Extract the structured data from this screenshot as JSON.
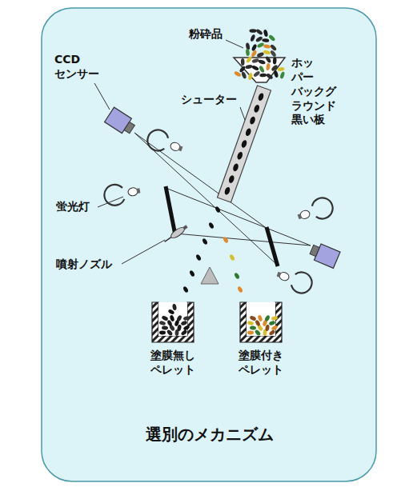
{
  "diagram": {
    "title": "選別のメカニズム",
    "nodes": [
      {
        "text": [
          "塗膜無し ペレット"
        ]
      },
      {
        "text": [
          "塗膜付き ペレット"
        ]
      }
    ],
    "labels": [
      "粉砕品",
      "CCD センサー",
      "シューター",
      "ホッ パー",
      "バックグ ラウンド 黒い板",
      "蛍光灯",
      "噴射ノズル"
    ]
  }
}
